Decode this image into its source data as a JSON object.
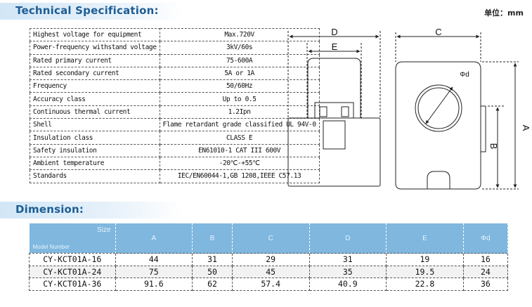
{
  "header": {
    "spec_title": "Technical Specification:",
    "unit": "单位：mm",
    "dim_title": "Dimension:"
  },
  "spec_rows": [
    {
      "label": "Highest voltage for equipment",
      "value": "Max.720V"
    },
    {
      "label": "Power-frequency withstand voltage",
      "value": "3kV/60s"
    },
    {
      "label": "Rated primary current",
      "value": "75-600A"
    },
    {
      "label": "Rated secondary current",
      "value": "5A or 1A"
    },
    {
      "label": "Frequency",
      "value": "50/60Hz"
    },
    {
      "label": "Accuracy class",
      "value": "Up to 0.5"
    },
    {
      "label": "Continuous thermal current",
      "value": "1.2Ipn"
    },
    {
      "label": "Shell",
      "value": "Flame retardant grade classified UL 94V-0"
    },
    {
      "label": "Insulation class",
      "value": "CLASS E"
    },
    {
      "label": "Safety insulation",
      "value": "EN61010-1 CAT III 600V"
    },
    {
      "label": "Ambient temperature",
      "value": "-20℃-+55℃"
    },
    {
      "label": "Standards",
      "value": "IEC/EN60044-1,GB 1208,IEEE C57.13"
    }
  ],
  "drawing": {
    "label_d": "D",
    "label_e": "E",
    "label_c": "C",
    "label_a": "A",
    "label_b": "B",
    "label_phi": "Φd"
  },
  "dimension": {
    "corner_size": "Size",
    "corner_model": "Model Number",
    "columns": [
      "A",
      "B",
      "C",
      "D",
      "E",
      "Φd"
    ],
    "rows": [
      {
        "model": "CY-KCT01A-16",
        "values": [
          "44",
          "31",
          "29",
          "31",
          "19",
          "16"
        ]
      },
      {
        "model": "CY-KCT01A-24",
        "values": [
          "75",
          "50",
          "45",
          "35",
          "19.5",
          "24"
        ]
      },
      {
        "model": "CY-KCT01A-36",
        "values": [
          "91.6",
          "62",
          "57.4",
          "40.9",
          "22.8",
          "36"
        ]
      }
    ]
  }
}
